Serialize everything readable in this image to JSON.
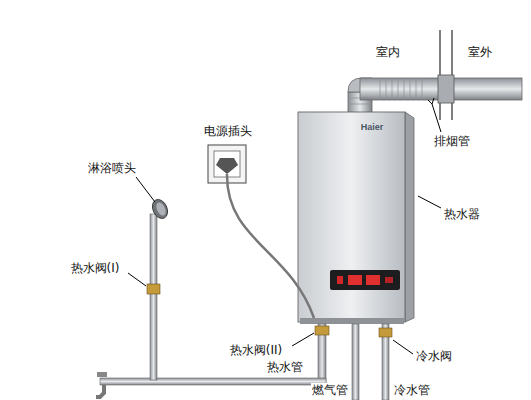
{
  "diagram": {
    "labels": [
      "室内",
      "室外",
      "排烟管",
      "电源插头",
      "淋浴喷头",
      "热水器",
      "热水阀(I)",
      "热水阀(II)",
      "热水管",
      "冷水阀",
      "燃气管",
      "冷水管",
      "Haier"
    ]
  }
}
